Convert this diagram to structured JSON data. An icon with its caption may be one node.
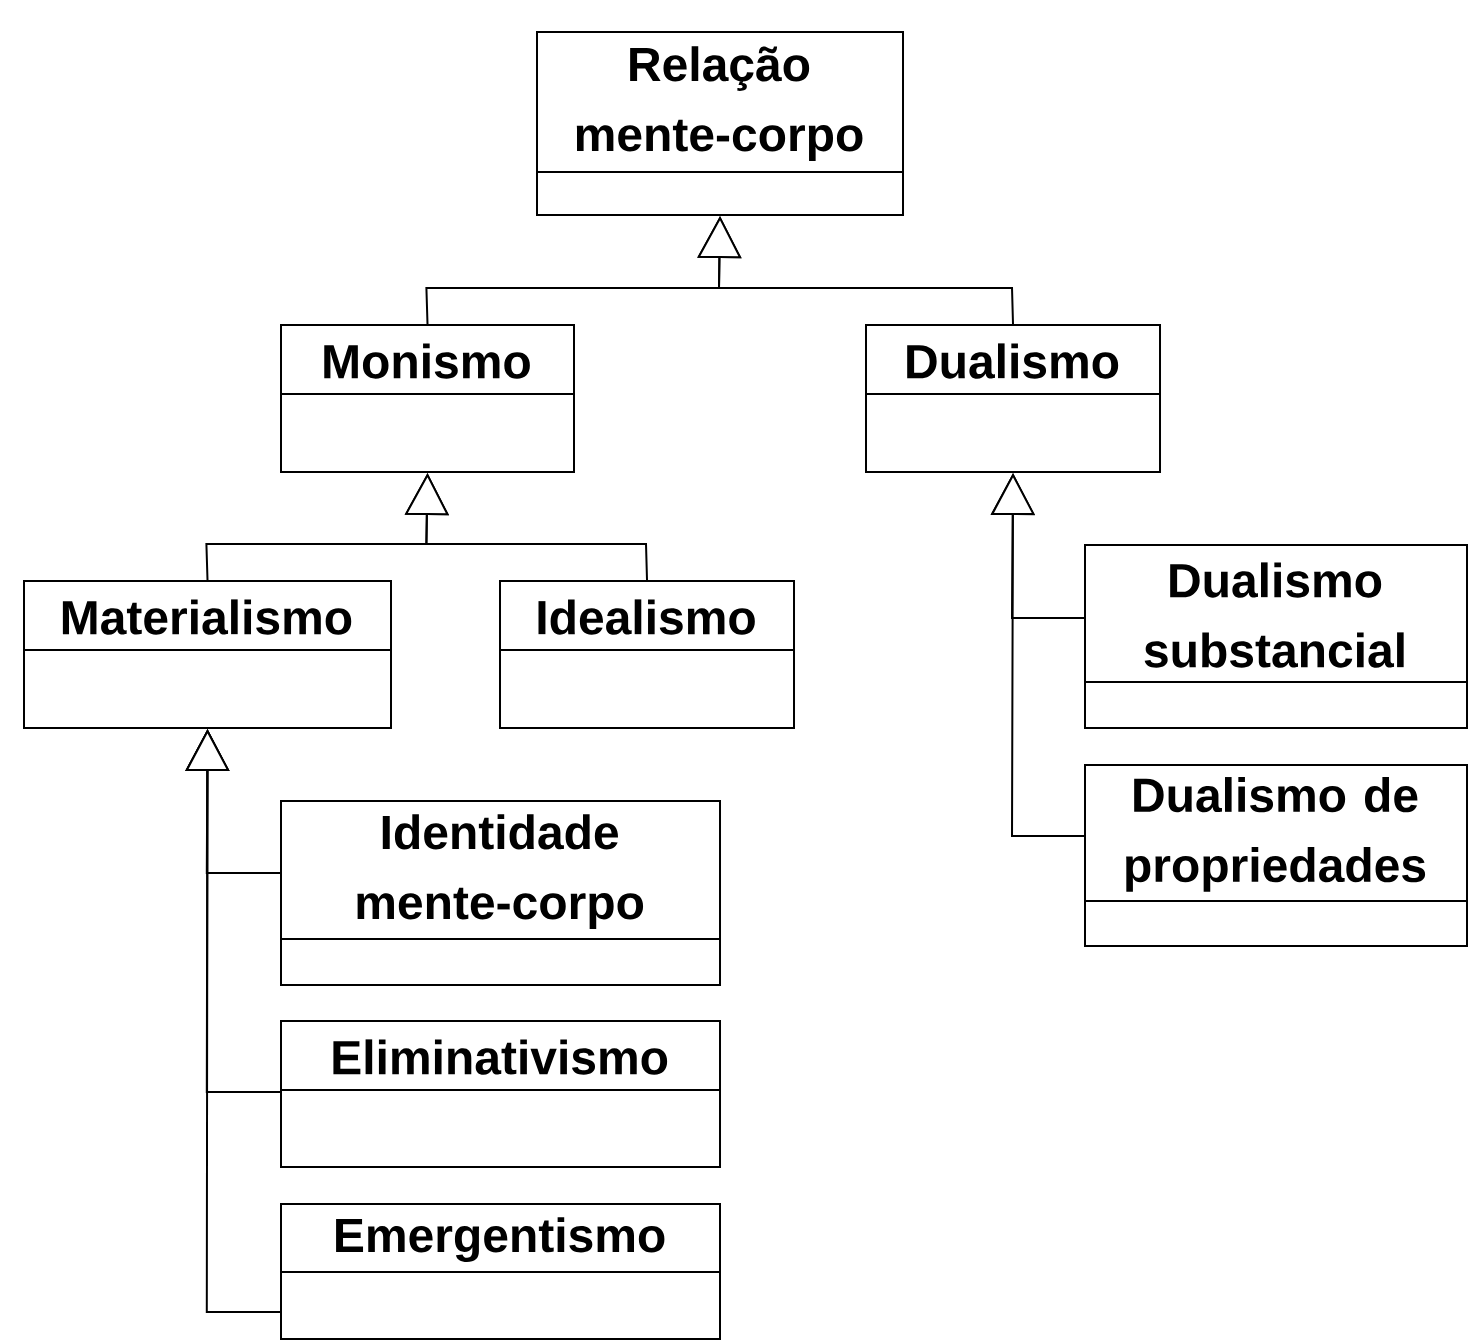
{
  "diagram": {
    "nodes": [
      {
        "text": [
          "Relação mente-corpo"
        ]
      },
      {
        "text": [
          "Monismo"
        ]
      },
      {
        "text": [
          "Dualismo"
        ]
      },
      {
        "text": [
          "Materialismo"
        ]
      },
      {
        "text": [
          "Idealismo"
        ]
      },
      {
        "text": [
          "Dualismo substancial"
        ]
      },
      {
        "text": [
          "Dualismo de propriedades"
        ]
      },
      {
        "text": [
          "Identidade mente-corpo"
        ]
      },
      {
        "text": [
          "Eliminativismo"
        ]
      },
      {
        "text": [
          "Emergentismo"
        ]
      }
    ],
    "edges": [
      {
        "from": 1,
        "to": 0,
        "arrow": "to"
      },
      {
        "from": 2,
        "to": 0,
        "arrow": "to"
      },
      {
        "from": 3,
        "to": 1,
        "arrow": "to"
      },
      {
        "from": 4,
        "to": 1,
        "arrow": "to"
      },
      {
        "from": 5,
        "to": 2,
        "arrow": "to"
      },
      {
        "from": 6,
        "to": 2,
        "arrow": "to"
      },
      {
        "from": 7,
        "to": 3,
        "arrow": "to"
      },
      {
        "from": 8,
        "to": 3,
        "arrow": "to"
      },
      {
        "from": 9,
        "to": 3,
        "arrow": "to"
      }
    ]
  }
}
